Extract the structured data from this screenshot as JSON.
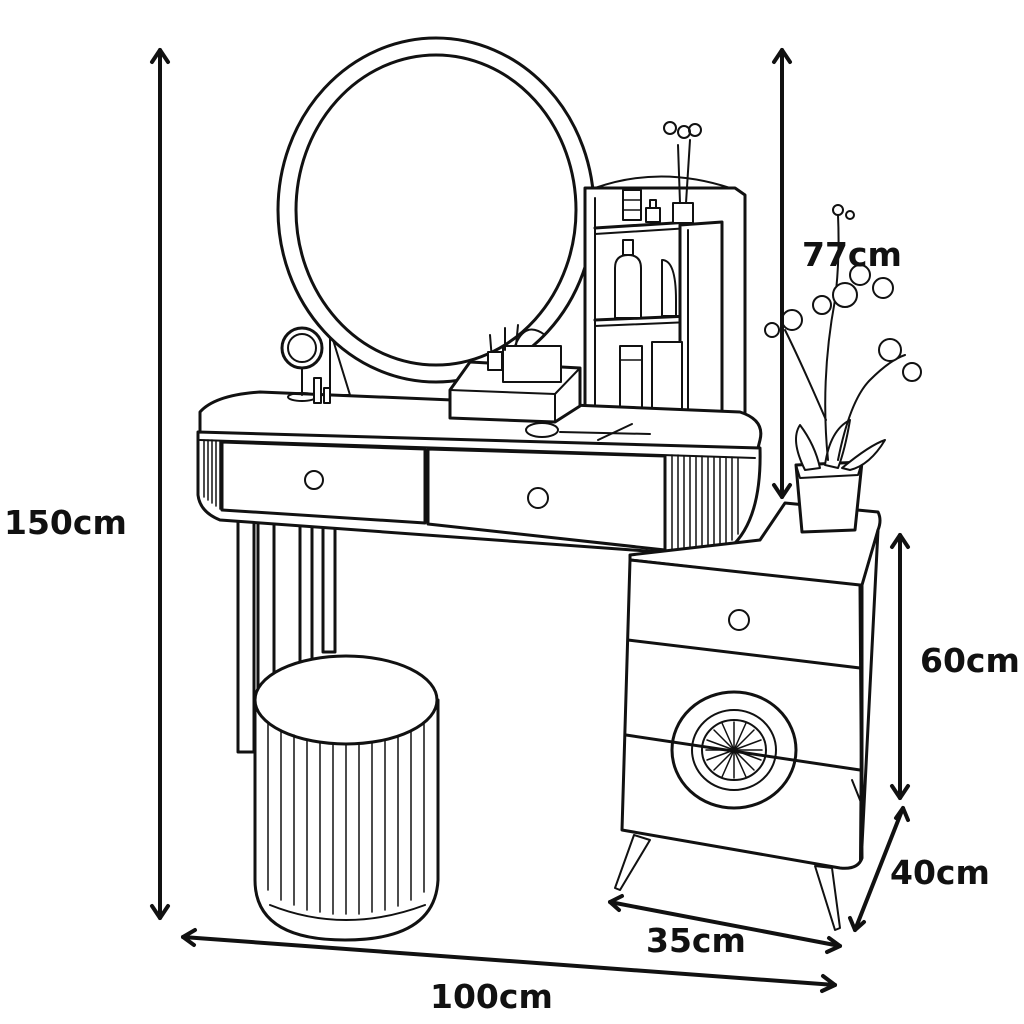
{
  "dimensions": {
    "total_height": "150cm",
    "mirror_height": "77cm",
    "cabinet_height": "60cm",
    "cabinet_depth": "40cm",
    "cabinet_width": "35cm",
    "total_width": "100cm"
  },
  "colors": {
    "line": "#111111",
    "background": "#ffffff"
  }
}
